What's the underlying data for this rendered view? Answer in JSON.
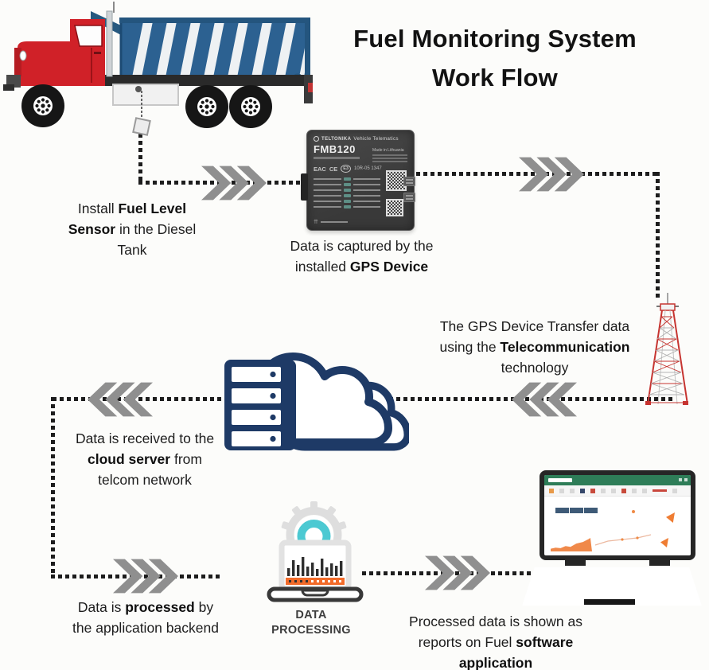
{
  "title": {
    "line1": "Fuel Monitoring System",
    "line2": "Work Flow"
  },
  "captions": {
    "sensor": {
      "pre": "Install ",
      "bold": "Fuel Level Sensor",
      "post": " in the Diesel Tank"
    },
    "gps": {
      "pre": "Data is captured by the installed ",
      "bold": "GPS Device",
      "post": ""
    },
    "telecom": {
      "pre": "The GPS Device Transfer data using the ",
      "bold": "Telecommunication",
      "post": " technology"
    },
    "cloud": {
      "pre": "Data is received to the ",
      "bold": "cloud server",
      "post": " from telcom network"
    },
    "processing": {
      "pre": "Data is ",
      "bold": "processed",
      "post": " by the application backend"
    },
    "reports": {
      "pre": "Processed data is shown as reports on Fuel ",
      "bold": "software application",
      "post": ""
    }
  },
  "gps_device": {
    "brand": "TELTONIKA",
    "tagline": "Vehicle Telematics",
    "model": "FMB120",
    "made_in": "Made in Lithuania",
    "mark_eac": "EAC",
    "mark_ce": "CE",
    "e_mark": "E3",
    "approval": "10R-05 1347"
  },
  "processing_label": "DATA PROCESSING",
  "icons": {
    "truck": "dump-truck-illustration",
    "gps": "gps-tracker-device",
    "tower": "telecom-tower",
    "cloud_server": "cloud-server",
    "processing": "laptop-gear-data-processing",
    "laptop": "laptop-with-reports",
    "arrow": "triple-chevron-arrow"
  },
  "colors": {
    "navy": "#1e3a66",
    "chevron_gray": "#8f8f8f",
    "dot_black": "#1d1d1d",
    "truck_red": "#d02128",
    "bed_blue": "#2c6191",
    "orange": "#f26b2a",
    "teal": "#4cc9d2",
    "app_green": "#2e7d58",
    "tower_red": "#c63430"
  }
}
